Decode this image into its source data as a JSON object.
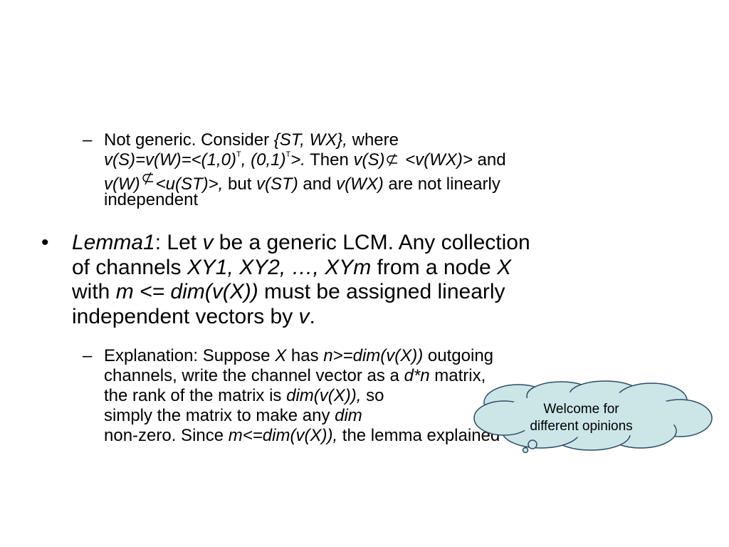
{
  "sub1": {
    "dash": "–",
    "l1_a": "Not generic. Consider ",
    "l1_b": "{ST, WX},",
    "l1_c": " where",
    "l2_a": "v(S)=v(W)=<(1,0)",
    "l2_sup1": "T",
    "l2_b": ", (0,1)",
    "l2_sup2": "T",
    "l2_c": ">.",
    "l2_d": " Then ",
    "l2_e": "v(S)",
    "l2_f": " <v(WX)>",
    "l2_g": " and",
    "l3_a": "v(W)",
    "l3_b": "<u(ST)>,",
    "l3_c": " but ",
    "l3_d": "v(ST)",
    "l3_e": " and ",
    "l3_f": "v(WX)",
    "l3_g": " are not linearly",
    "l4": "independent"
  },
  "lemma": {
    "bullet": "•",
    "l1_a": "Lemma1",
    "l1_b": ": Let ",
    "l1_c": "v",
    "l1_d": " be a generic LCM. Any collection",
    "l2_a": "of channels ",
    "l2_b": "XY1, XY2, …, XYm",
    "l2_c": " from a node ",
    "l2_d": "X",
    "l3_a": "with ",
    "l3_b": "m <= dim(v(X))",
    "l3_c": " must be assigned linearly",
    "l4_a": "independent vectors by ",
    "l4_b": "v",
    "l4_c": "."
  },
  "sub2": {
    "dash": "–",
    "l1_a": "Explanation: Suppose ",
    "l1_b": "X",
    "l1_c": " has ",
    "l1_d": "n>=dim(v(X))",
    "l1_e": " outgoing",
    "l2_a": "channels, write the channel vector as a ",
    "l2_b": "d*n",
    "l2_c": " matrix,",
    "l3_a": "the rank of the matrix is ",
    "l3_b": "dim(v(X)),",
    "l3_c": " so",
    "l4_a": "simply the matrix to make any ",
    "l4_b": "dim",
    "l5_a": "non-zero. Since ",
    "l5_b": "m<=dim(v(X)),",
    "l5_c": " the lemma explained"
  },
  "callout": {
    "line1": "Welcome for",
    "line2": "different opinions",
    "fill_color": "#cce6e8",
    "stroke_color": "#2e4a66"
  }
}
